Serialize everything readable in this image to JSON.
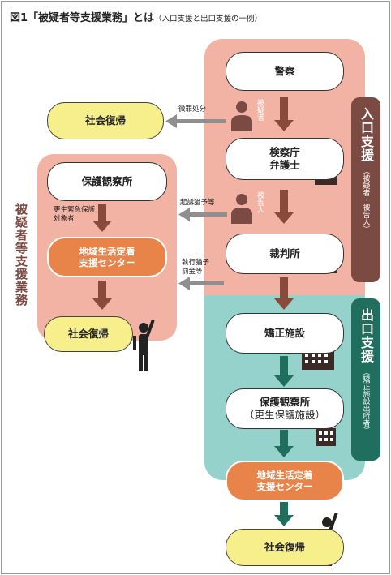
{
  "title": {
    "main": "図1「被疑者等支援業務」とは",
    "sub": "（入口支援と出口支援の一例）"
  },
  "side_label": "被疑者等支援業務",
  "entrance": {
    "main": "入口支援",
    "sub": "（被疑者・被告人）"
  },
  "exit": {
    "main": "出口支援",
    "sub": "（矯正施設出所者）"
  },
  "nodes": {
    "police": "警察",
    "prosecutor_line1": "検察庁",
    "prosecutor_line2": "弁護士",
    "court": "裁判所",
    "correctional": "矯正施設",
    "probation_right_line1": "保護観察所",
    "probation_right_line2": "（更生保護施設）",
    "center_right_line1": "地域生活定着",
    "center_right_line2": "支援センター",
    "society_bottom": "社会復帰",
    "society_top": "社会復帰",
    "probation_left": "保護観察所",
    "center_left_line1": "地域生活定着",
    "center_left_line2": "支援センター",
    "society_left": "社会復帰"
  },
  "labels": {
    "suspect": "被疑者",
    "defendant": "被告人",
    "minor_offense": "微罪処分",
    "suspended_prosecution": "起訴猶予等",
    "suspended_sentence_line1": "執行猶予",
    "suspended_sentence_line2": "罰金等",
    "emergency_line1": "更生緊急保護",
    "emergency_line2": "対象者"
  },
  "icons": [
    "police-officer-icon",
    "person-icon",
    "building-icon",
    "gavel-icon",
    "raised-hand-person-icon"
  ],
  "colors": {
    "entrance_bg": "#f2b3a4",
    "entrance_band": "#7b4a42",
    "exit_bg": "#95d2cc",
    "exit_band": "#1f6e5e",
    "left_bg": "#f2b3a4",
    "arrow_brown": "#8a4a3a",
    "arrow_teal": "#1f6e5e",
    "arrow_gray": "#8f8f8f",
    "orange_box": "#e8834a",
    "yellow_box": "#f7ef8b",
    "side_text": "#7b4a42"
  }
}
